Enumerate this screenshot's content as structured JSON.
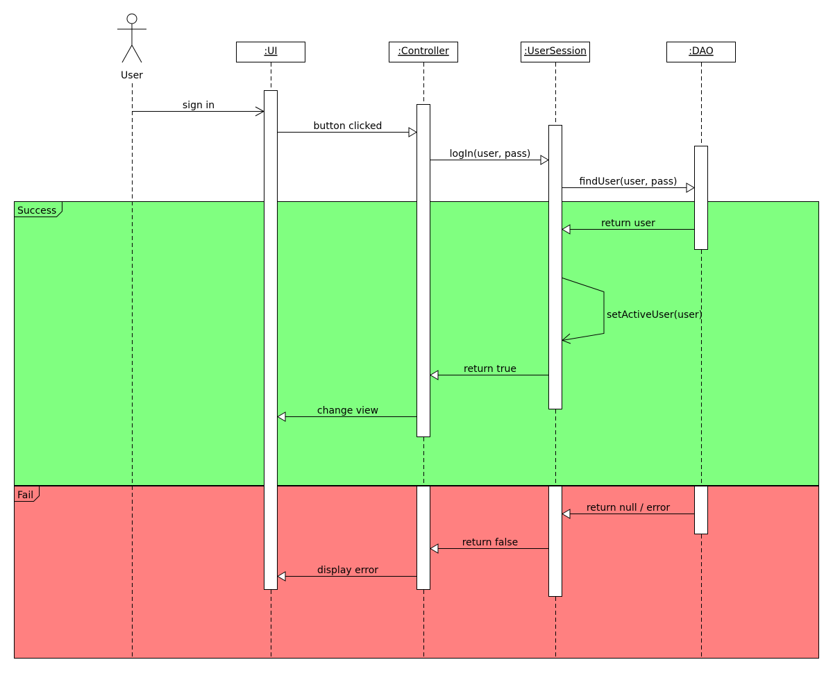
{
  "fragments": {
    "success": {
      "label": "Success",
      "color": "#80ff80"
    },
    "fail": {
      "label": "Fail",
      "color": "#ff8080"
    }
  },
  "actor": {
    "name": "User"
  },
  "lifelines": {
    "ui": ":UI",
    "controller": ":Controller",
    "session": ":UserSession",
    "dao": ":DAO"
  },
  "messages": {
    "sign_in": "sign in",
    "button_clicked": "button clicked",
    "login": "logIn(user, pass)",
    "find_user": "findUser(user, pass)",
    "return_user": "return user",
    "set_active_user": "setActiveUser(user)",
    "return_true": "return true",
    "change_view": "change view",
    "return_null": "return null / error",
    "return_false": "return false",
    "display_error": "display error"
  }
}
